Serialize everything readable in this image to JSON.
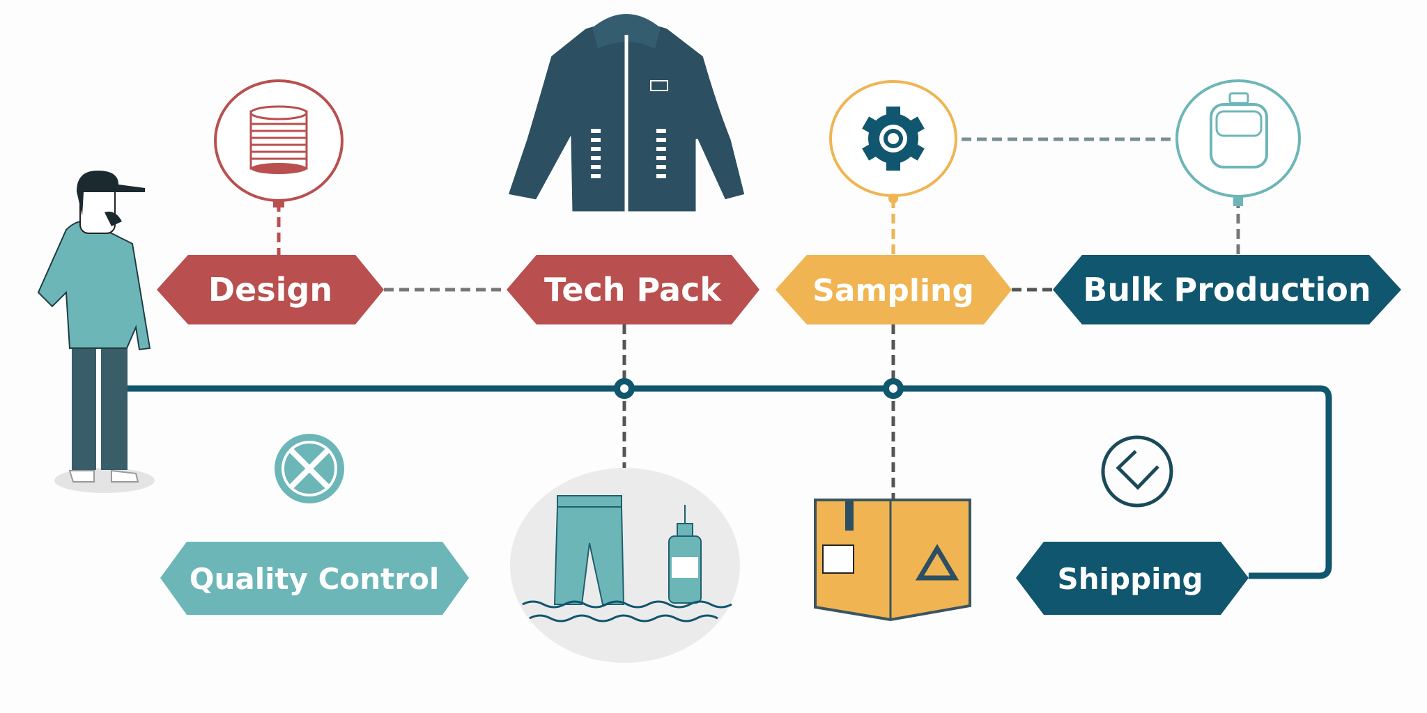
{
  "steps": {
    "design": "Design",
    "tech_pack": "Tech Pack",
    "sampling": "Sampling",
    "bulk_production": "Bulk Production",
    "quality_control": "Quality Control",
    "shipping": "Shipping"
  },
  "colors": {
    "red": "#b94f4f",
    "yellow": "#f0b452",
    "navy": "#10566e",
    "teal": "#6cb6b8",
    "gray_dash": "#757575",
    "jacket": "#2c4f61"
  },
  "icons": [
    "fabric-roll-icon",
    "jacket-icon",
    "gear-icon",
    "container-icon",
    "person-illustration",
    "reject-icon",
    "pants-bottle-icon",
    "box-recycle-icon",
    "check-diamond-icon"
  ]
}
